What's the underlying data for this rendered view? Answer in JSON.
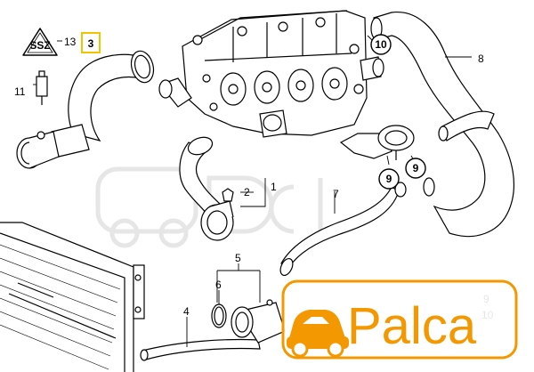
{
  "callouts": {
    "c1": "1",
    "c2": "2",
    "c3": "3",
    "c4": "4",
    "c5": "5",
    "c6": "6",
    "c7": "7",
    "c8": "8",
    "c9a": "9",
    "c9b": "9",
    "c10": "10",
    "c11": "11",
    "c13": "13",
    "c9r": "9",
    "c10r": "10"
  },
  "warning_label": "SSZ",
  "logo": {
    "text": "Palca",
    "color": "#f39800"
  },
  "colors": {
    "highlight": "#f2c300",
    "line": "#000000",
    "watermark": "#e6e6e6"
  }
}
